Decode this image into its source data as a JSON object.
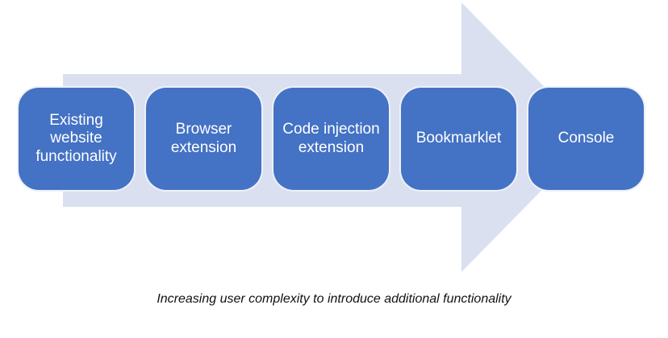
{
  "diagram": {
    "type": "process-flow",
    "steps": [
      {
        "label": "Existing website functionality"
      },
      {
        "label": "Browser extension"
      },
      {
        "label": "Code injection extension"
      },
      {
        "label": "Bookmarklet"
      },
      {
        "label": "Console"
      }
    ],
    "caption": "Increasing user complexity to introduce additional functionality",
    "colors": {
      "box_fill": "#4472C4",
      "box_text": "#FFFFFF",
      "arrow_fill": "#DAE0F0",
      "caption_color": "#111111"
    }
  }
}
